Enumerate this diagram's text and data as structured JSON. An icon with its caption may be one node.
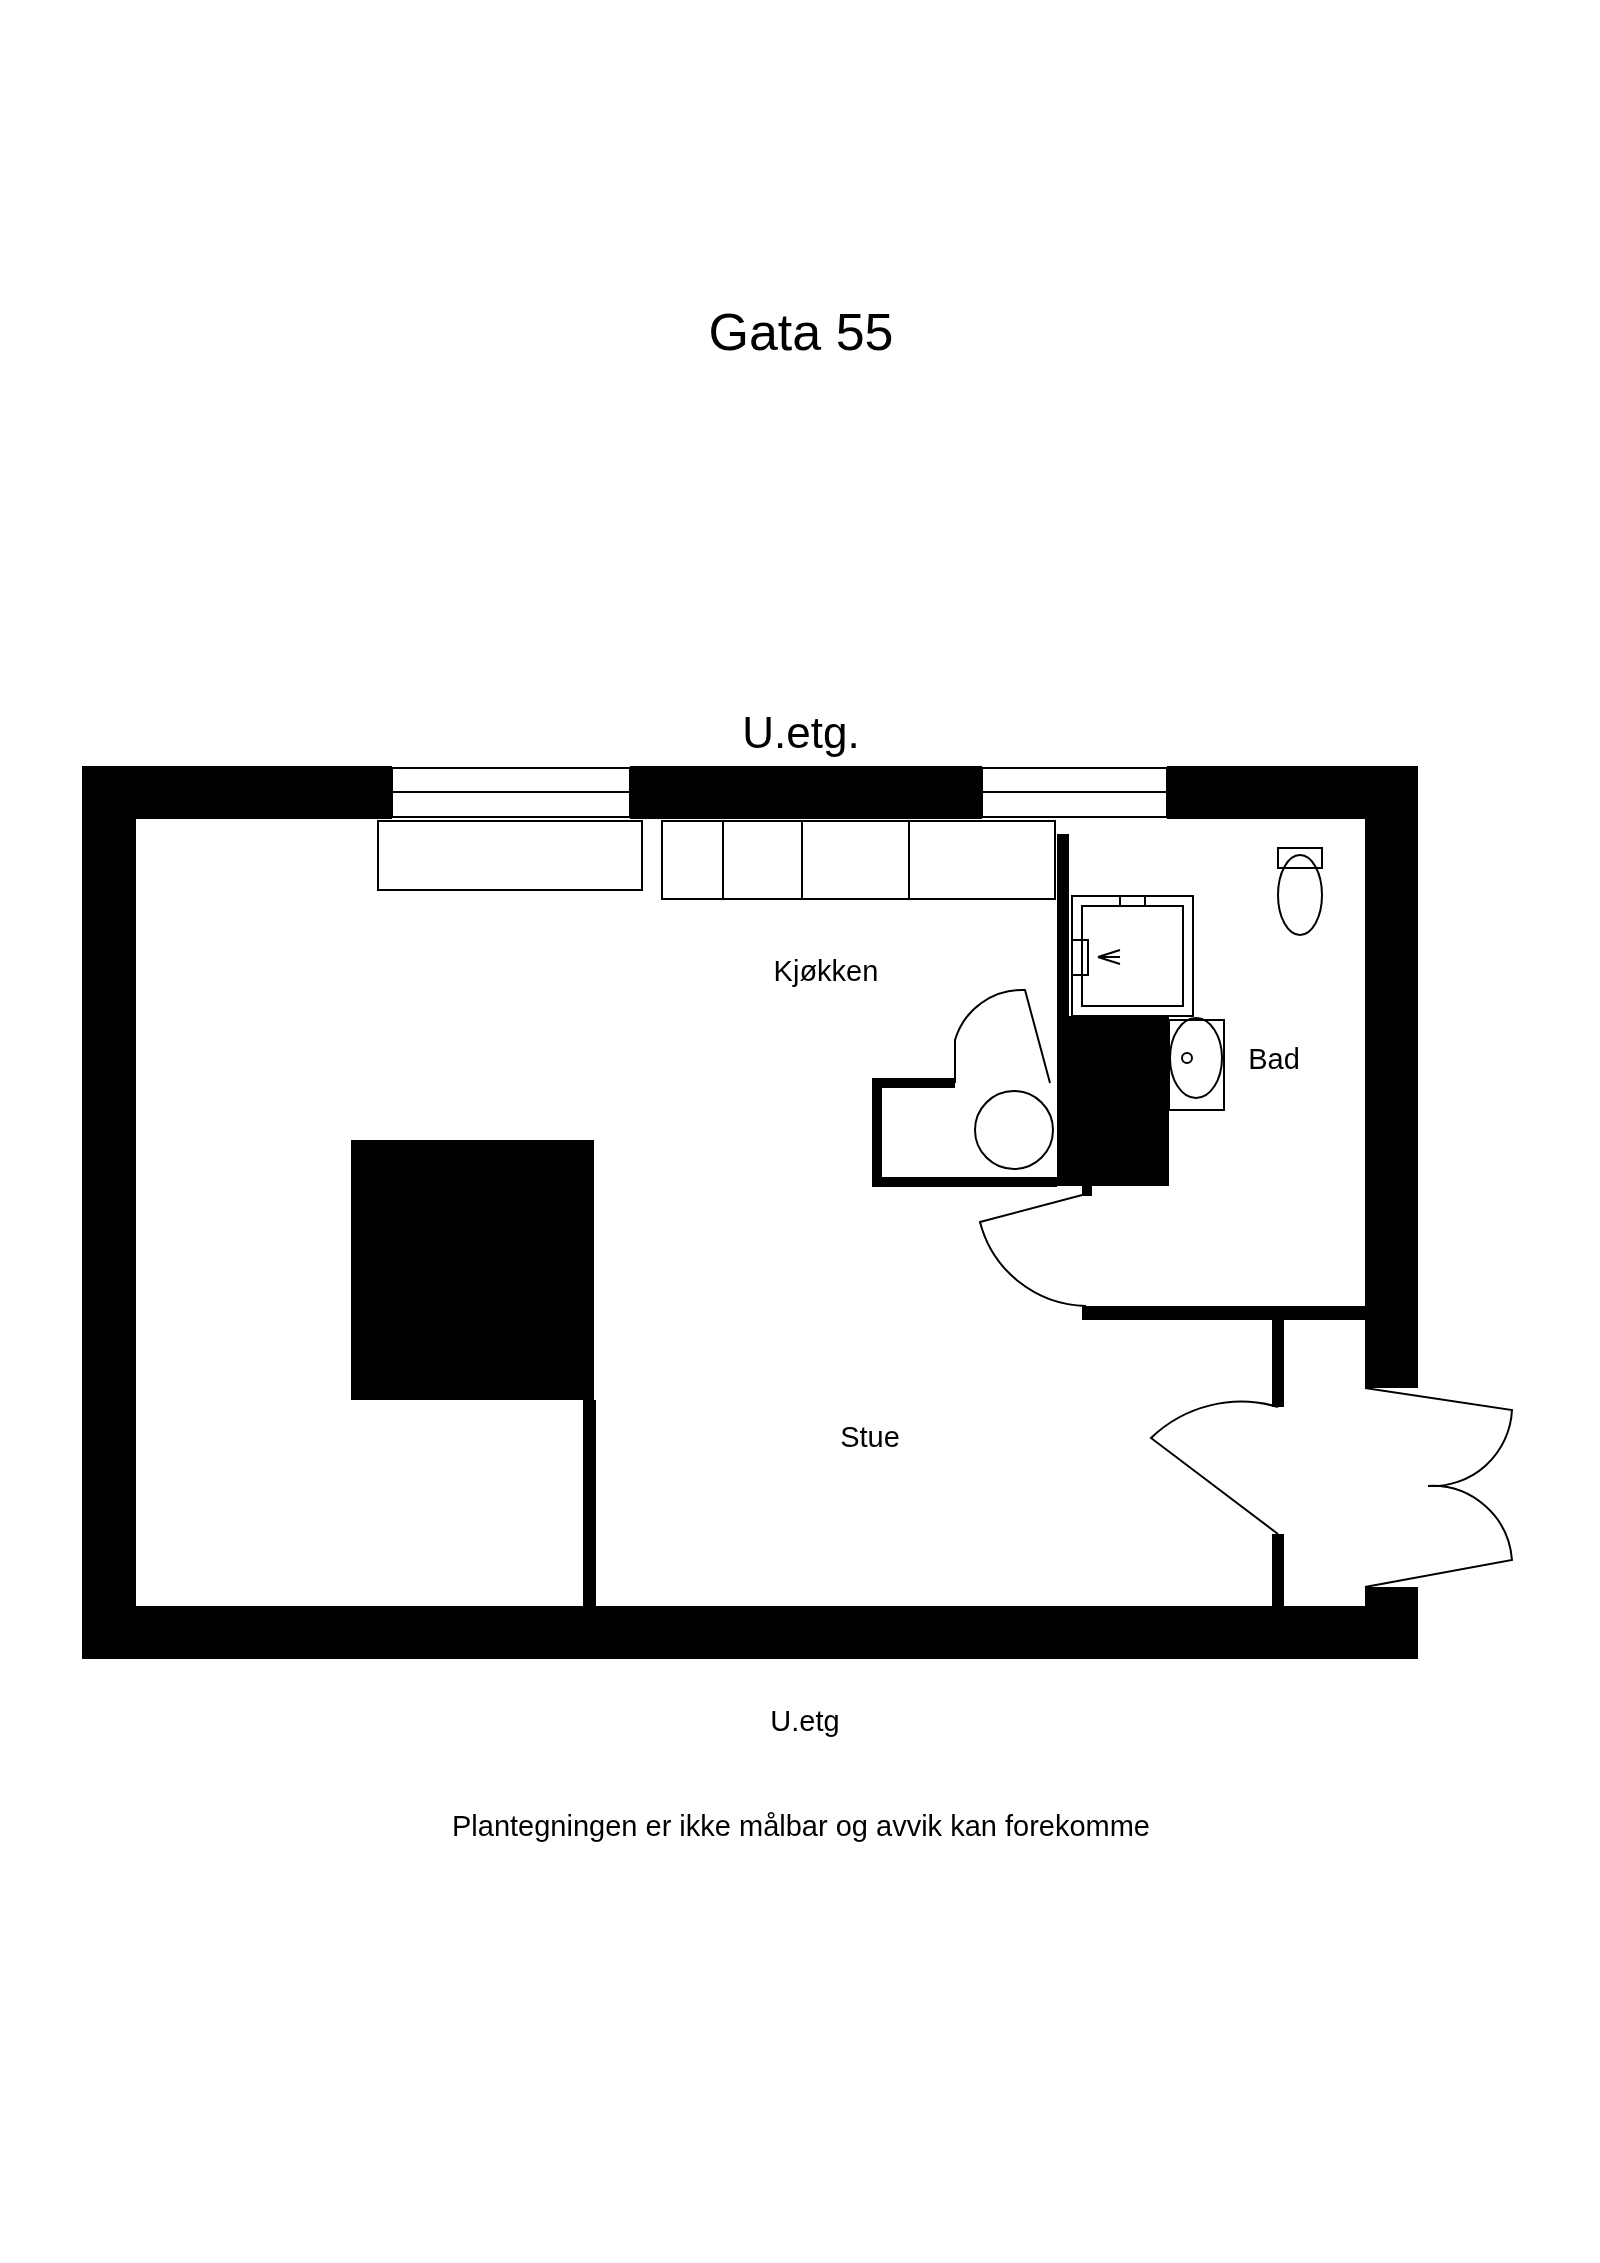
{
  "diagram": {
    "title": "Gata 55",
    "labels": [
      "U.etg.",
      "Kjøkken",
      "Bad",
      "Stue",
      "U.etg",
      "Plantegningen er ikke målbar og avvik kan forekomme"
    ]
  }
}
